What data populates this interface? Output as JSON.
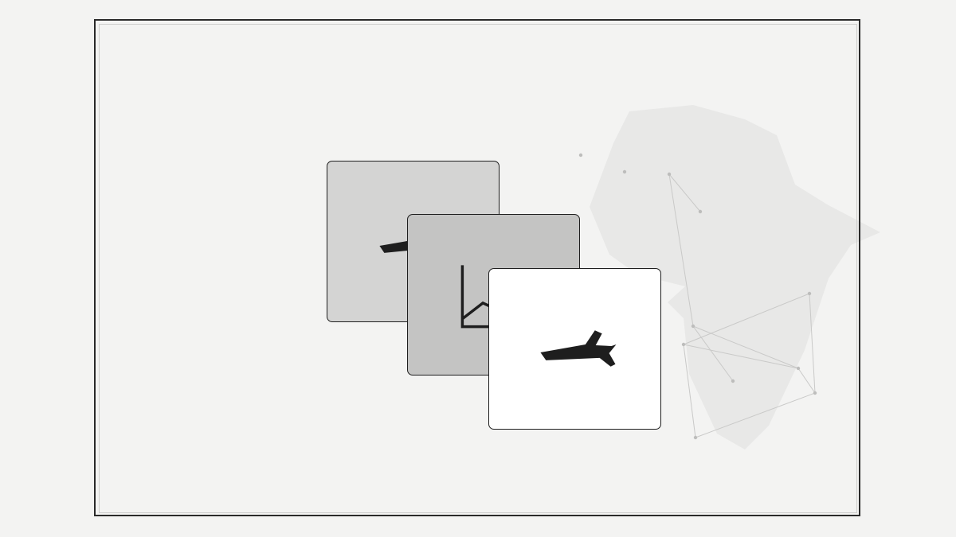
{
  "scene": {
    "colors": {
      "background": "#f3f3f2",
      "frame": "#2a2a2a",
      "card_back": "#d4d4d3",
      "card_middle": "#c4c4c3",
      "card_front": "#ffffff",
      "icon": "#1e1e1e",
      "map_shape": "#e8e8e7",
      "network_lines": "#c9c9c8"
    },
    "cards": [
      {
        "name": "back-card",
        "icon": "airplane-icon"
      },
      {
        "name": "middle-card",
        "icon": "line-chart-icon"
      },
      {
        "name": "front-card",
        "icon": "airplane-icon"
      }
    ],
    "decorations": [
      "world-map-silhouette",
      "network-graph"
    ]
  }
}
